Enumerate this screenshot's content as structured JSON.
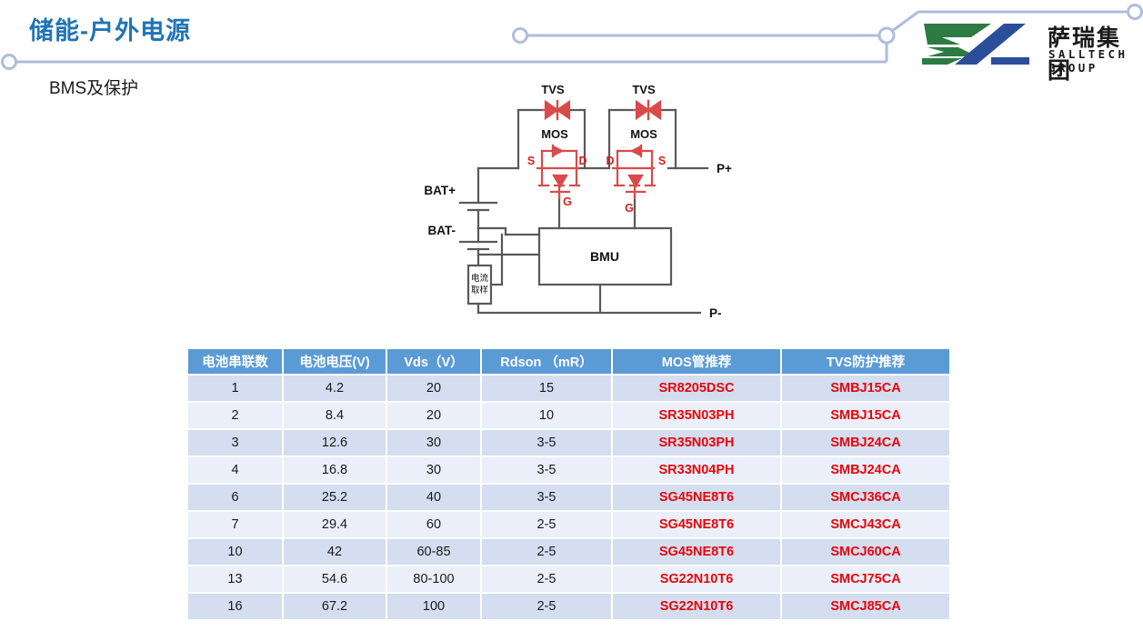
{
  "header": {
    "title": "储能-户外电源",
    "subtitle": "BMS及保护",
    "logo": {
      "cn": "萨瑞集团",
      "en": "SALLTECH GROUP",
      "green": "#2D7A43",
      "blue": "#2B4E9B"
    },
    "accent_color": "#1F74B6",
    "rule_color": "#AEBDDC"
  },
  "diagram": {
    "labels": {
      "tvs_left": "TVS",
      "tvs_right": "TVS",
      "mos_left": "MOS",
      "mos_right": "MOS",
      "s_left": "S",
      "d_left": "D",
      "g_left": "G",
      "d_right": "D",
      "s_right": "S",
      "g_right": "G",
      "bat_pos": "BAT+",
      "bat_neg": "BAT-",
      "p_pos": "P+",
      "p_neg": "P-",
      "bmu": "BMU",
      "shunt_line1": "电流",
      "shunt_line2": "取样"
    },
    "wire_color": "#595959",
    "device_color": "#D94A4A"
  },
  "table": {
    "columns": [
      "电池串联数",
      "电池电压(V)",
      "Vds（V）",
      "Rdson （mR）",
      "MOS管推荐",
      "TVS防护推荐"
    ],
    "header_bg": "#5B9BD5",
    "row_bg_odd": "#D4DEF0",
    "row_bg_even": "#EAEFF9",
    "part_color": "#E8050A",
    "rows": [
      [
        "1",
        "4.2",
        "20",
        "15",
        "SR8205DSC",
        "SMBJ15CA"
      ],
      [
        "2",
        "8.4",
        "20",
        "10",
        "SR35N03PH",
        "SMBJ15CA"
      ],
      [
        "3",
        "12.6",
        "30",
        "3-5",
        "SR35N03PH",
        "SMBJ24CA"
      ],
      [
        "4",
        "16.8",
        "30",
        "3-5",
        "SR33N04PH",
        "SMBJ24CA"
      ],
      [
        "6",
        "25.2",
        "40",
        "3-5",
        "SG45NE8T6",
        "SMCJ36CA"
      ],
      [
        "7",
        "29.4",
        "60",
        "2-5",
        "SG45NE8T6",
        "SMCJ43CA"
      ],
      [
        "10",
        "42",
        "60-85",
        "2-5",
        "SG45NE8T6",
        "SMCJ60CA"
      ],
      [
        "13",
        "54.6",
        "80-100",
        "2-5",
        "SG22N10T6",
        "SMCJ75CA"
      ],
      [
        "16",
        "67.2",
        "100",
        "2-5",
        "SG22N10T6",
        "SMCJ85CA"
      ]
    ]
  }
}
